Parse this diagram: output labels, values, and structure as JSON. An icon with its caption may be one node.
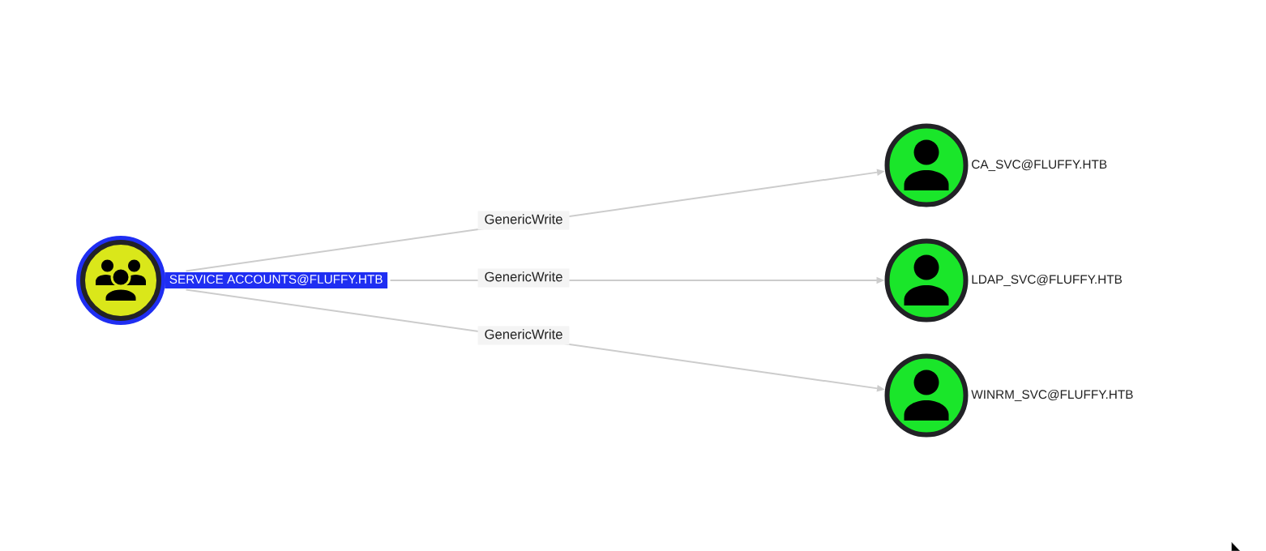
{
  "diagram": {
    "nodes": [
      {
        "text": [
          "SERVICE ACCOUNTS@FLUFFY.HTB"
        ]
      },
      {
        "text": [
          "CA_SVC@FLUFFY.HTB"
        ]
      },
      {
        "text": [
          "LDAP_SVC@FLUFFY.HTB"
        ]
      },
      {
        "text": [
          "WINRM_SVC@FLUFFY.HTB"
        ]
      }
    ],
    "edges": [
      {
        "from": 0,
        "to": 1,
        "arrow": "to",
        "label": "GenericWrite"
      },
      {
        "from": 0,
        "to": 2,
        "arrow": "to",
        "label": "GenericWrite"
      },
      {
        "from": 0,
        "to": 3,
        "arrow": "to",
        "label": "GenericWrite"
      }
    ]
  }
}
